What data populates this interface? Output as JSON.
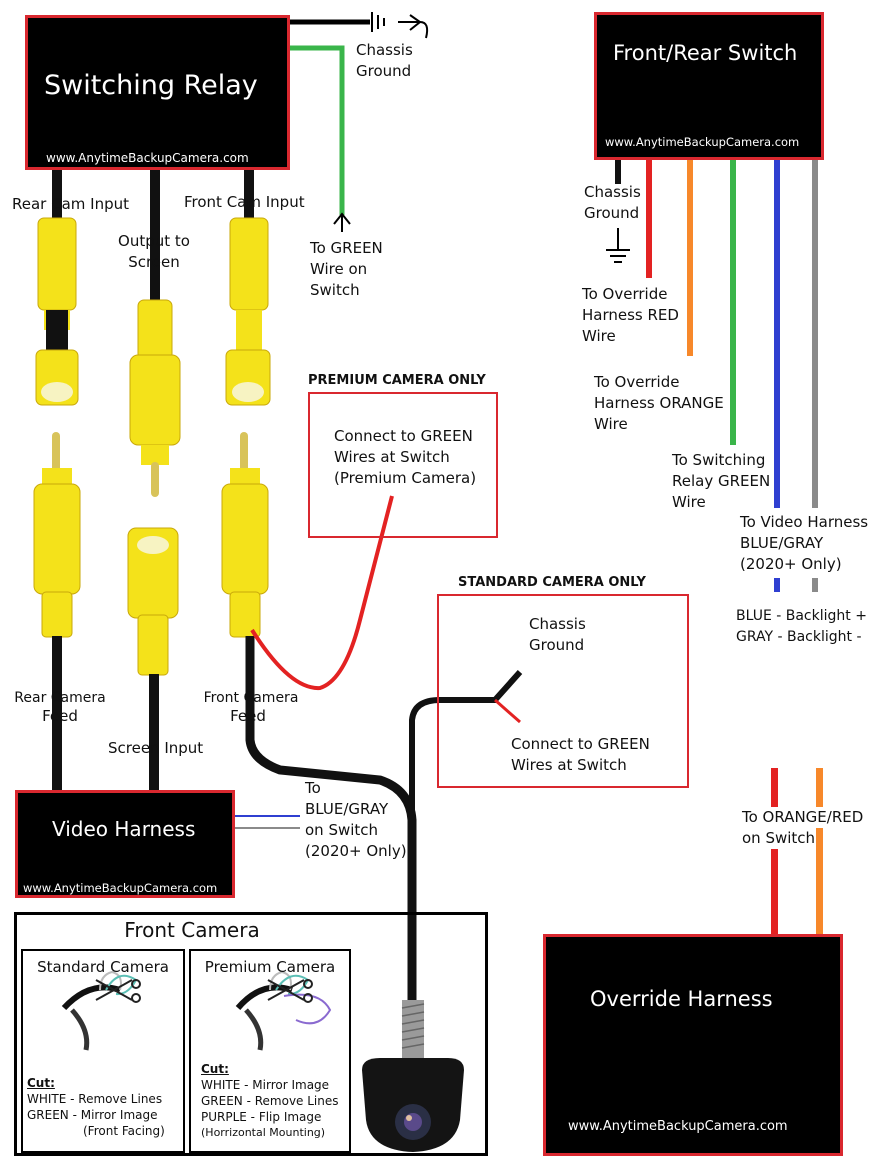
{
  "switching_relay": {
    "title": "Switching Relay",
    "url": "www.AnytimeBackupCamera.com"
  },
  "front_rear_switch": {
    "title": "Front/Rear Switch",
    "url": "www.AnytimeBackupCamera.com"
  },
  "video_harness": {
    "title": "Video Harness",
    "url": "www.AnytimeBackupCamera.com"
  },
  "override_harness": {
    "title": "Override Harness",
    "url": "www.AnytimeBackupCamera.com"
  },
  "labels": {
    "chassis_ground_1": "Chassis",
    "chassis_ground_2": "Ground",
    "to_green_1": "To GREEN",
    "to_green_2": "Wire on",
    "to_green_3": "Switch",
    "rear_cam_input": "Rear Cam Input",
    "front_cam_input": "Front Cam Input",
    "output_screen_1": "Output to",
    "output_screen_2": "Screen",
    "rear_feed_1": "Rear Camera",
    "rear_feed_2": "Feed",
    "front_feed_1": "Front Camera",
    "front_feed_2": "Feed",
    "screen_input": "Screen Input",
    "to_bluegray_1": "To",
    "to_bluegray_2": "BLUE/GRAY",
    "to_bluegray_3": "on Switch",
    "to_bluegray_4": "(2020+ Only)",
    "sw_ground_1": "Chassis",
    "sw_ground_2": "Ground",
    "ovr_red_1": "To Override",
    "ovr_red_2": "Harness RED",
    "ovr_red_3": "Wire",
    "ovr_orange_1": "To Override",
    "ovr_orange_2": "Harness ORANGE",
    "ovr_orange_3": "Wire",
    "relay_green_1": "To Switching",
    "relay_green_2": "Relay GREEN",
    "relay_green_3": "Wire",
    "video_harness_1": "To Video Harness",
    "video_harness_2": "BLUE/GRAY",
    "video_harness_3": "(2020+ Only)",
    "backlight_1": "BLUE - Backlight +",
    "backlight_2": "GRAY - Backlight -",
    "to_orange_red_1": "To ORANGE/RED",
    "to_orange_red_2": "on Switch"
  },
  "premium_only": {
    "heading": "PREMIUM CAMERA ONLY",
    "line1": "Connect to GREEN",
    "line2": "Wires at Switch",
    "line3": "(Premium Camera)"
  },
  "standard_only": {
    "heading": "STANDARD CAMERA ONLY",
    "ground1": "Chassis",
    "ground2": "Ground",
    "line1": "Connect to GREEN",
    "line2": "Wires at Switch"
  },
  "front_camera": {
    "title": "Front Camera",
    "standard": {
      "title": "Standard Camera",
      "cut": "Cut:",
      "lines": [
        "WHITE - Remove Lines",
        "GREEN - Mirror Image",
        "(Front Facing)"
      ]
    },
    "premium": {
      "title": "Premium Camera",
      "cut": "Cut:",
      "lines": [
        "WHITE - Mirror Image",
        "GREEN - Remove Lines",
        "PURPLE - Flip Image",
        "(Horrizontal Mounting)"
      ]
    }
  },
  "colors": {
    "box_border": "#d9282f",
    "rca_yellow": "#f4e21a",
    "wire_red": "#e32222",
    "wire_orange": "#f7882a",
    "wire_green": "#3ab54a",
    "wire_blue": "#2f3fd1",
    "wire_gray": "#8a8a8a"
  }
}
